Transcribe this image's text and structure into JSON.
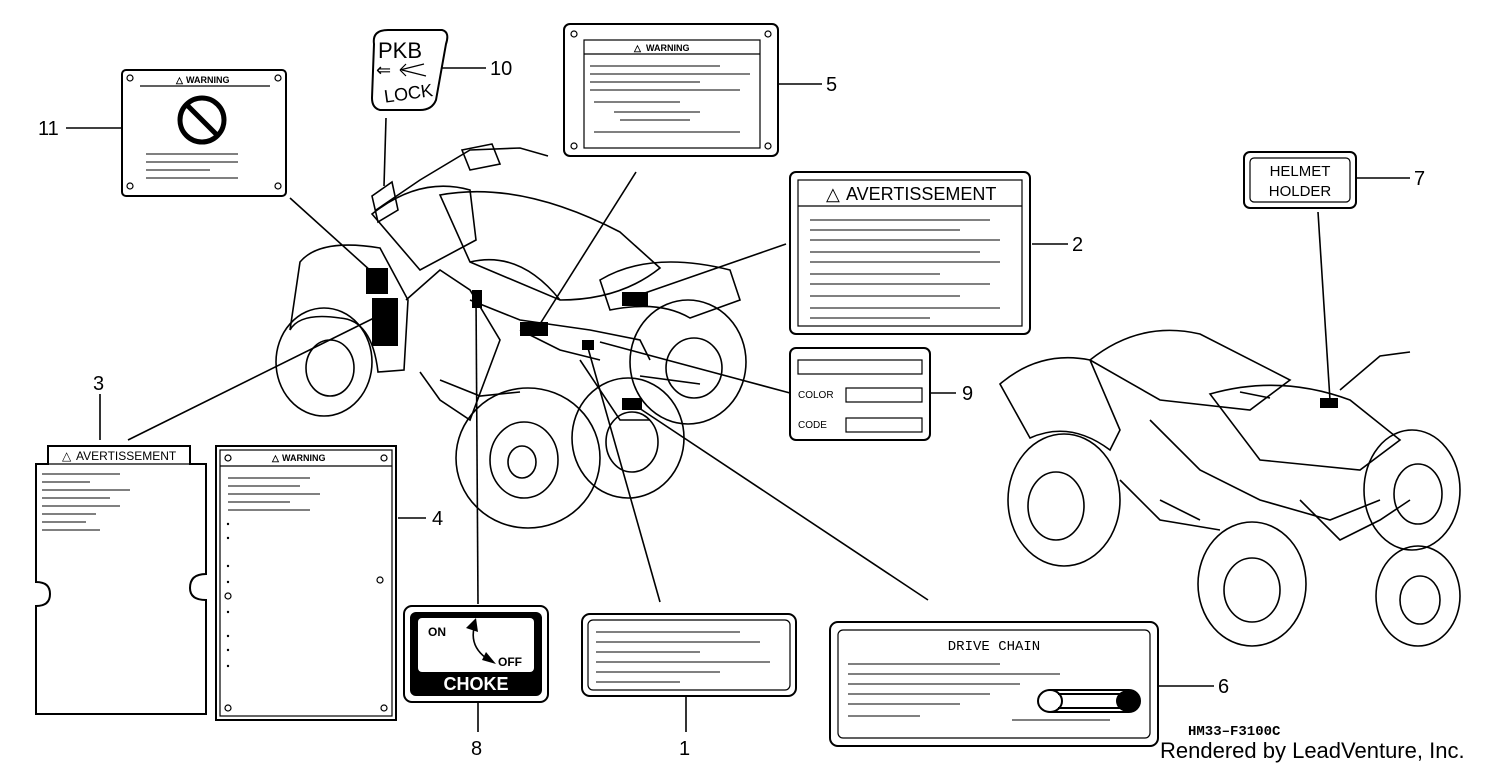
{
  "diagram": {
    "callouts": [
      "1",
      "2",
      "3",
      "4",
      "5",
      "6",
      "7",
      "8",
      "9",
      "10",
      "11"
    ],
    "labels": {
      "warning": "WARNING",
      "avertissement": "AVERTISSEMENT",
      "pkb": "PKB",
      "lock": "LOCK",
      "helmet": "HELMET",
      "holder": "HOLDER",
      "color": "COLOR",
      "code": "CODE",
      "choke_on": "ON",
      "choke_off": "OFF",
      "choke": "CHOKE",
      "drive_chain": "DRIVE CHAIN"
    },
    "footer": {
      "code": "HM33–F3100C",
      "credit": "Rendered by LeadVenture, Inc."
    }
  }
}
